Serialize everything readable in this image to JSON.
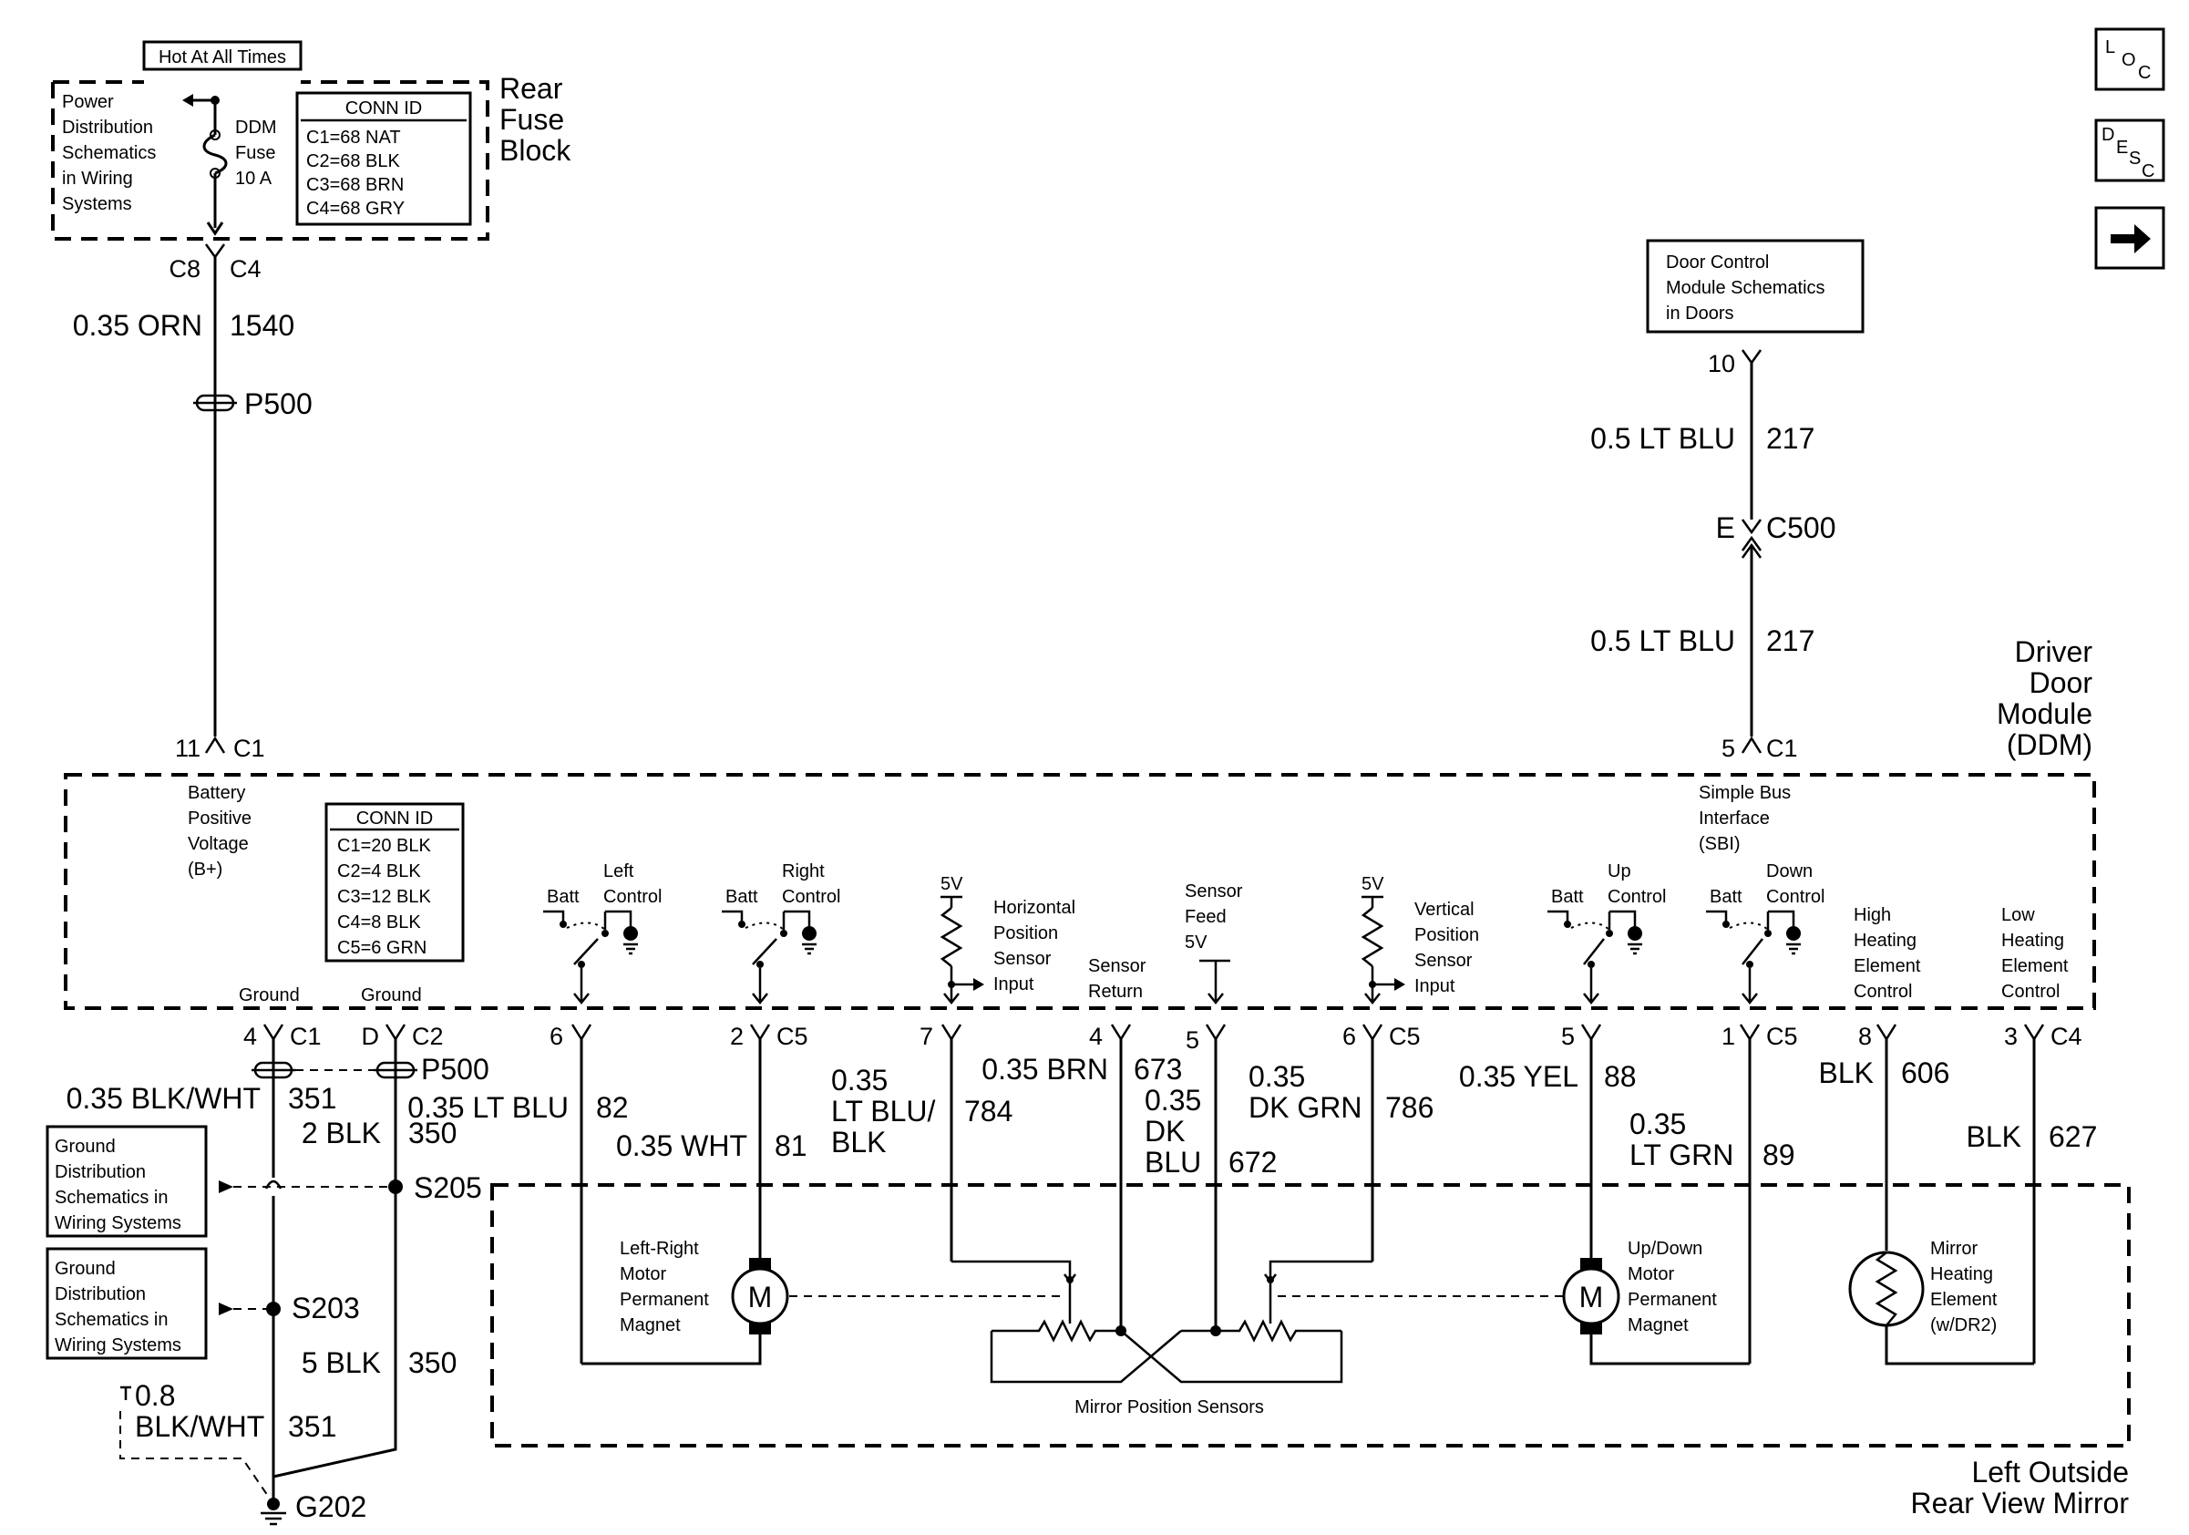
{
  "fuse_block": {
    "hot_label": "Hot At All Times",
    "title": [
      "Rear",
      "Fuse",
      "Block"
    ],
    "power_dist": [
      "Power",
      "Distribution",
      "Schematics",
      "in Wiring",
      "Systems"
    ],
    "fuse": [
      "DDM",
      "Fuse",
      "10 A"
    ],
    "conn_id_title": "CONN ID",
    "conn_ids": [
      "C1=68 NAT",
      "C2=68 BLK",
      "C3=68 BRN",
      "C4=68 GRY"
    ]
  },
  "left_feed": {
    "pins": [
      "C8",
      "C4"
    ],
    "wire_size": "0.35 ORN",
    "circuit": "1540",
    "splice": "P500",
    "ddm_pin": "11",
    "ddm_conn": "C1"
  },
  "door_control": {
    "box": [
      "Door Control",
      "Module Schematics",
      "in Doors"
    ],
    "pin": "10",
    "wire1_size": "0.5 LT BLU",
    "wire1_circuit": "217",
    "conn_letter": "E",
    "conn": "C500",
    "wire2_size": "0.5 LT BLU",
    "wire2_circuit": "217",
    "ddm_pin": "5",
    "ddm_conn": "C1"
  },
  "ddm": {
    "title": [
      "Driver",
      "Door",
      "Module",
      "(DDM)"
    ],
    "battery": [
      "Battery",
      "Positive",
      "Voltage",
      "(B+)"
    ],
    "conn_id_title": "CONN ID",
    "conn_ids": [
      "C1=20 BLK",
      "C2=4 BLK",
      "C3=12 BLK",
      "C4=8 BLK",
      "C5=6 GRN"
    ],
    "sbi": [
      "Simple Bus",
      "Interface",
      "(SBI)"
    ],
    "ground": "Ground",
    "batt": "Batt",
    "five_v": "5V",
    "left_control": [
      "Left",
      "Control"
    ],
    "right_control": [
      "Right",
      "Control"
    ],
    "up_control": [
      "Up",
      "Control"
    ],
    "down_control": [
      "Down",
      "Control"
    ],
    "horiz_sensor": [
      "Horizontal",
      "Position",
      "Sensor",
      "Input"
    ],
    "sensor_return": [
      "Sensor",
      "Return"
    ],
    "sensor_feed": [
      "Sensor",
      "Feed",
      "5V"
    ],
    "vert_sensor": [
      "Vertical",
      "Position",
      "Sensor",
      "Input"
    ],
    "high_heat": [
      "High",
      "Heating",
      "Element",
      "Control"
    ],
    "low_heat": [
      "Low",
      "Heating",
      "Element",
      "Control"
    ]
  },
  "pins": {
    "p4": "4",
    "c1": "C1",
    "pD": "D",
    "c2": "C2",
    "p500": "P500",
    "p6a": "6",
    "p2": "2",
    "c5a": "C5",
    "p7": "7",
    "p4b": "4",
    "p5a": "5",
    "p6b": "6",
    "c5b": "C5",
    "p5b": "5",
    "p1": "1",
    "c5c": "C5",
    "p8": "8",
    "p3": "3",
    "c4": "C4"
  },
  "wires": {
    "gnd1_size": "0.35 BLK/WHT",
    "gnd1_circuit": "351",
    "gnd2_size": "0.35 LT BLU",
    "gnd2_circuit": "82",
    "blk2_size": "2 BLK",
    "blk2_circuit": "350",
    "wht_size": "0.35 WHT",
    "wht_circuit": "81",
    "ltblu_a": "0.35",
    "ltblu_b": "LT BLU/",
    "ltblu_c": "BLK",
    "ltblu_circuit": "784",
    "brn_size": "0.35 BRN",
    "brn_circuit": "673",
    "dkblu_a": "0.35",
    "dkblu_b": "DK",
    "dkblu_c": "BLU",
    "dkblu_circuit": "672",
    "dkgrn_a": "0.35",
    "dkgrn_b": "DK GRN",
    "dkgrn_circuit": "786",
    "yel_size": "0.35 YEL",
    "yel_circuit": "88",
    "ltgrn_a": "0.35",
    "ltgrn_b": "LT GRN",
    "ltgrn_circuit": "89",
    "blk606_size": "BLK",
    "blk606_circuit": "606",
    "blk627_size": "BLK",
    "blk627_circuit": "627",
    "blk5_size": "5 BLK",
    "blk5_circuit": "350",
    "blkwht08_a": "0.8",
    "blkwht08_b": "BLK/WHT",
    "blkwht08_circuit": "351"
  },
  "ground_dist": {
    "box1": [
      "Ground",
      "Distribution",
      "Schematics in",
      "Wiring Systems"
    ],
    "box2": [
      "Ground",
      "Distribution",
      "Schematics in",
      "Wiring Systems"
    ],
    "s205": "S205",
    "s203": "S203",
    "g202": "G202"
  },
  "mirror": {
    "title": [
      "Left Outside",
      "Rear View Mirror"
    ],
    "lr_motor": [
      "Left-Right",
      "Motor",
      "Permanent",
      "Magnet"
    ],
    "ud_motor": [
      "Up/Down",
      "Motor",
      "Permanent",
      "Magnet"
    ],
    "motor_symbol": "M",
    "sensors": "Mirror Position Sensors",
    "heating": [
      "Mirror",
      "Heating",
      "Element",
      "(w/DR2)"
    ]
  },
  "side_buttons": {
    "loc": [
      "L",
      "O",
      "C"
    ],
    "desc": [
      "D",
      "E",
      "S",
      "C"
    ],
    "next_icon": "arrow-right-icon"
  }
}
